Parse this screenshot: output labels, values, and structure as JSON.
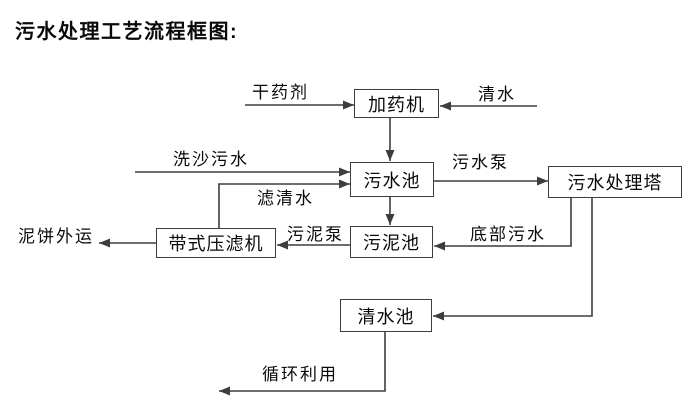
{
  "title": "污水处理工艺流程框图:",
  "colors": {
    "line": "#3d3d3d",
    "box_border": "#3d3d3d",
    "text": "#0a0a0a",
    "background": "#ffffff"
  },
  "nodes": {
    "dosing_machine": {
      "label": "加药机"
    },
    "sewage_pool": {
      "label": "污水池"
    },
    "treatment_tower": {
      "label": "污水处理塔"
    },
    "sludge_pool": {
      "label": "污泥池"
    },
    "belt_filter_press": {
      "label": "带式压滤机"
    },
    "clean_water_pool": {
      "label": "清水池"
    }
  },
  "labels": {
    "dry_agent": "干药剂",
    "clean_water": "清水",
    "sand_washing_sewage": "洗沙污水",
    "filtered_water": "滤清水",
    "sewage_pump": "污水泵",
    "bottom_sewage": "底部污水",
    "sludge_pump": "污泥泵",
    "mud_cake_out": "泥饼外运",
    "recycle_use": "循环利用"
  },
  "edges": [
    {
      "from": "干药剂",
      "to": "加药机"
    },
    {
      "from": "清水",
      "to": "加药机"
    },
    {
      "from": "加药机",
      "to": "污水池"
    },
    {
      "from": "洗沙污水",
      "to": "污水池"
    },
    {
      "from": "带式压滤机",
      "to": "污水池",
      "label": "滤清水"
    },
    {
      "from": "污水池",
      "to": "污水处理塔",
      "label": "污水泵"
    },
    {
      "from": "污水池",
      "to": "污泥池"
    },
    {
      "from": "污水处理塔",
      "to": "污泥池",
      "label": "底部污水"
    },
    {
      "from": "污泥池",
      "to": "带式压滤机",
      "label": "污泥泵"
    },
    {
      "from": "带式压滤机",
      "to": "泥饼外运"
    },
    {
      "from": "污水处理塔",
      "to": "清水池"
    },
    {
      "from": "清水池",
      "to": "循环利用"
    }
  ]
}
